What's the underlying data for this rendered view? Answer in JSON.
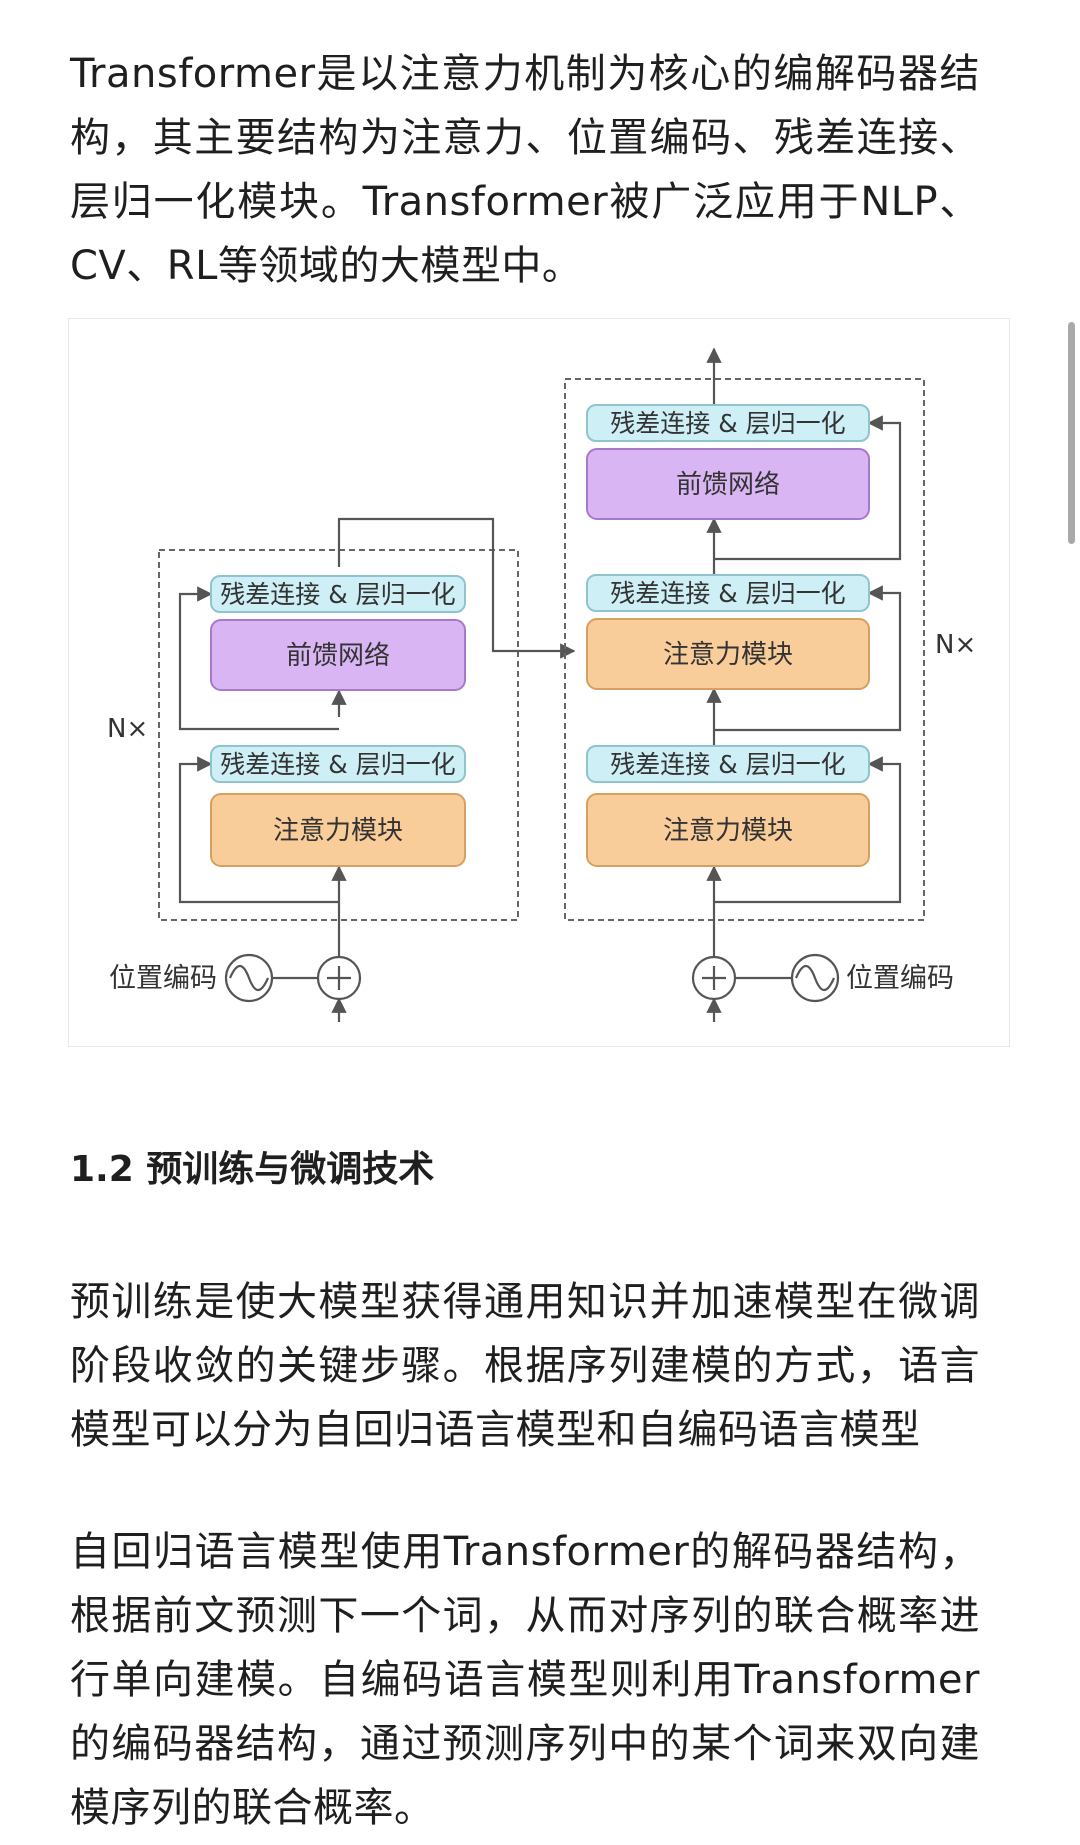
{
  "article": {
    "intro_paragraph": "Transformer是以注意力机制为核心的编解码器结构，其主要结构为注意力、位置编码、残差连接、层归一化模块。Transformer被广泛应用于NLP、CV、RL等领域的大模型中。",
    "section_heading": "1.2 预训练与微调技术",
    "paragraph_2": "预训练是使大模型获得通用知识并加速模型在微调阶段收敛的关键步骤。根据序列建模的方式，语言模型可以分为自回归语言模型和自编码语言模型",
    "paragraph_3": "自回归语言模型使用Transformer的解码器结构，根据前文预测下一个词，从而对序列的联合概率进行单向建模。自编码语言模型则利用Transformer的编码器结构，通过预测序列中的某个词来双向建模序列的联合概率。"
  },
  "diagram": {
    "encoder": {
      "repeat_label": "N×",
      "addnorm_top": "残差连接 & 层归一化",
      "ffn": "前馈网络",
      "addnorm_bottom": "残差连接 & 层归一化",
      "attention": "注意力模块",
      "positional_encoding": "位置编码"
    },
    "decoder": {
      "repeat_label": "N×",
      "addnorm_top": "残差连接 & 层归一化",
      "ffn": "前馈网络",
      "addnorm_middle": "残差连接 & 层归一化",
      "cross_attention": "注意力模块",
      "addnorm_bottom": "残差连接 & 层归一化",
      "self_attention": "注意力模块",
      "positional_encoding": "位置编码"
    },
    "colors": {
      "addnorm_fill": "#cdeff5",
      "addnorm_stroke": "#8fc4cf",
      "ffn_fill": "#d9b5f3",
      "ffn_stroke": "#a779c9",
      "attention_fill": "#f8cd9a",
      "attention_stroke": "#d6a062",
      "line": "#555555",
      "dashed_border": "#666666"
    }
  }
}
